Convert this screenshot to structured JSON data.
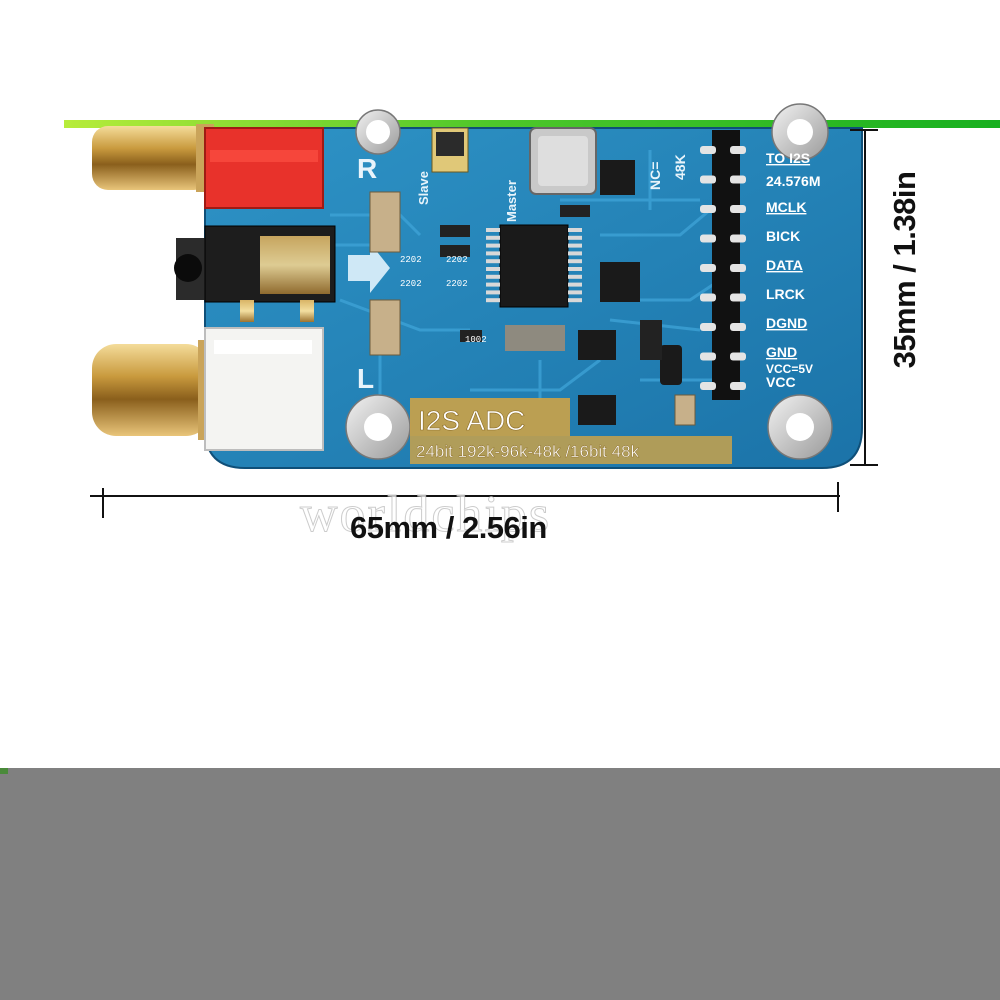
{
  "image": {
    "description_tags": [
      "pcb-board",
      "dimension-annotations"
    ],
    "colors": {
      "pcb_blue": "#1f7fb4",
      "pcb_blue_dark": "#145b86",
      "green_bar": "#2bbf1f",
      "gray_band": "#808080",
      "gold": "#c9a24a"
    }
  },
  "board": {
    "title": "I2S ADC",
    "subtitle": "24bit 192k-96k-48k /16bit 48k",
    "channel_right": "R",
    "channel_left": "L",
    "switch_labels": [
      "Slave",
      "Master"
    ],
    "nc_label": "NC=",
    "freq_label": "48K",
    "pins": [
      "TO I2S",
      "24.576M",
      "MCLK",
      "BICK",
      "DATA",
      "LRCK",
      "DGND",
      "GND",
      "VCC=5V",
      "VCC"
    ],
    "resistor_labels": [
      "2202",
      "2202",
      "2202",
      "2202",
      "1002"
    ]
  },
  "dimensions": {
    "width_label": "65mm / 2.56in",
    "height_label": "35mm / 1.38in"
  },
  "watermark": "worldchips"
}
